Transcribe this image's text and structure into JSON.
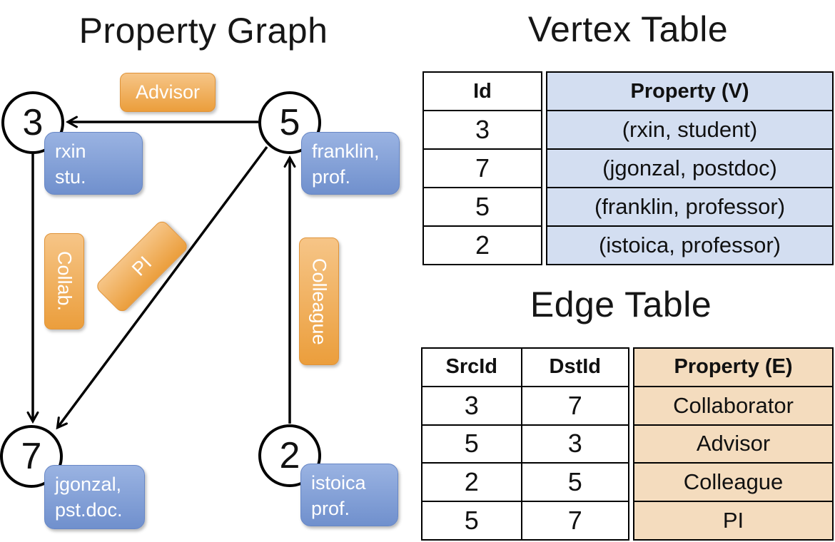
{
  "graph": {
    "title": "Property Graph",
    "nodes": [
      {
        "id": "3",
        "line1": "rxin",
        "line2": "stu."
      },
      {
        "id": "5",
        "line1": "franklin,",
        "line2": "prof."
      },
      {
        "id": "7",
        "line1": "jgonzal,",
        "line2": "pst.doc."
      },
      {
        "id": "2",
        "line1": "istoica",
        "line2": "prof."
      }
    ],
    "edge_labels": {
      "advisor": "Advisor",
      "collab": "Collab.",
      "pi": "PI",
      "colleague": "Colleague"
    }
  },
  "vertex_table": {
    "title": "Vertex Table",
    "columns": [
      "Id",
      "Property (V)"
    ],
    "rows": [
      [
        "3",
        "(rxin, student)"
      ],
      [
        "7",
        "(jgonzal, postdoc)"
      ],
      [
        "5",
        "(franklin, professor)"
      ],
      [
        "2",
        "(istoica, professor)"
      ]
    ]
  },
  "edge_table": {
    "title": "Edge Table",
    "columns": [
      "SrcId",
      "DstId",
      "Property (E)"
    ],
    "rows": [
      [
        "3",
        "7",
        "Collaborator"
      ],
      [
        "5",
        "3",
        "Advisor"
      ],
      [
        "2",
        "5",
        "Colleague"
      ],
      [
        "5",
        "7",
        "PI"
      ]
    ]
  },
  "colors": {
    "edge_stroke": "#000000",
    "node_fill": "#ffffff",
    "orange_label_top": "#f6c587",
    "orange_label_bottom": "#eb9e3c",
    "blue_box_top": "#9ab3e2",
    "blue_box_bottom": "#7090cd",
    "vertex_property_cell": "#d3def1",
    "edge_property_cell": "#f4dcbe"
  }
}
